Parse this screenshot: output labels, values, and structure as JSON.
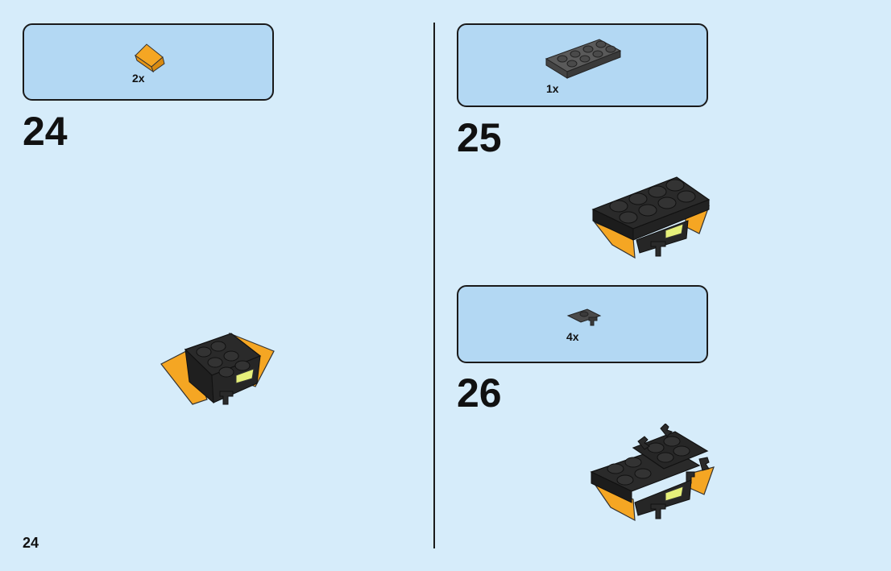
{
  "page_number": "24",
  "steps": [
    {
      "number": "24",
      "parts": [
        {
          "qty": "2x",
          "icon": "orange-slope-brick-icon"
        }
      ]
    },
    {
      "number": "25",
      "parts": [
        {
          "qty": "1x",
          "icon": "dark-gray-2x4-plate-icon"
        }
      ]
    },
    {
      "number": "26",
      "parts": [
        {
          "qty": "4x",
          "icon": "dark-gray-clip-plate-icon"
        }
      ]
    }
  ],
  "colors": {
    "background": "#d6ecfa",
    "parts_box": "#b3d8f3",
    "brick_orange": "#f5a623",
    "brick_black": "#2a2a2a",
    "plate_gray": "#5a5a5a"
  }
}
